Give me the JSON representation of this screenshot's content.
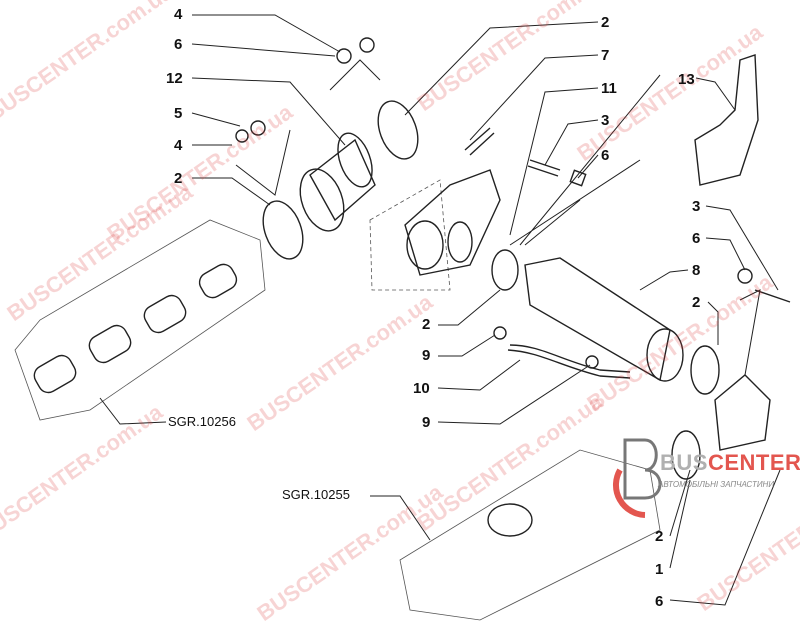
{
  "callouts": [
    "4",
    "6",
    "12",
    "5",
    "4",
    "2",
    "2",
    "7",
    "11",
    "3",
    "6",
    "13",
    "3",
    "6",
    "8",
    "2",
    "2",
    "9",
    "10",
    "9",
    "2",
    "1",
    "6"
  ],
  "references": {
    "exhaust_manifold": "SGR.10256",
    "intake_manifold": "SGR.10255"
  },
  "watermark": "BUSCENTER.com.ua",
  "logo": {
    "name_a": "BUS",
    "name_b": "CENTER",
    "subtitle": "АВТОМОБІЛЬНІ ЗАПЧАСТИНИ"
  },
  "colors": {
    "watermark": "#e3564f",
    "lines": "#222222"
  }
}
